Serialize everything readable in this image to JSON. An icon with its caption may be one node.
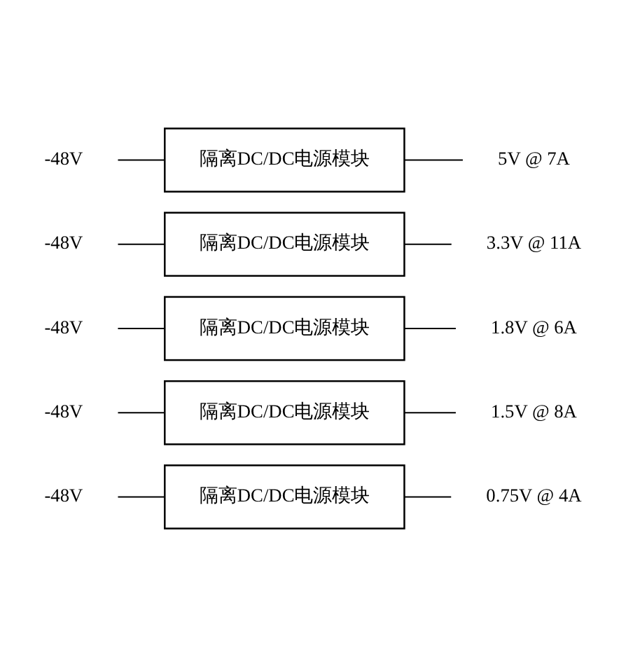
{
  "diagram": {
    "nodes": [
      {
        "text": [
          "-48V"
        ]
      },
      {
        "text": [
          "隔离DC/DC电源模块"
        ]
      },
      {
        "text": [
          "5V @ 7A"
        ]
      },
      {
        "text": [
          "-48V"
        ]
      },
      {
        "text": [
          "隔离DC/DC电源模块"
        ]
      },
      {
        "text": [
          "3.3V @ 11A"
        ]
      },
      {
        "text": [
          "-48V"
        ]
      },
      {
        "text": [
          "隔离DC/DC电源模块"
        ]
      },
      {
        "text": [
          "1.8V @ 6A"
        ]
      },
      {
        "text": [
          "-48V"
        ]
      },
      {
        "text": [
          "隔离DC/DC电源模块"
        ]
      },
      {
        "text": [
          "1.5V @ 8A"
        ]
      },
      {
        "text": [
          "-48V"
        ]
      },
      {
        "text": [
          "隔离DC/DC电源模块"
        ]
      },
      {
        "text": [
          "0.75V @ 4A"
        ]
      }
    ],
    "edges": [
      {
        "from": 0,
        "to": 1,
        "arrow": "none"
      },
      {
        "from": 1,
        "to": 2,
        "arrow": "none"
      },
      {
        "from": 3,
        "to": 4,
        "arrow": "none"
      },
      {
        "from": 4,
        "to": 5,
        "arrow": "none"
      },
      {
        "from": 6,
        "to": 7,
        "arrow": "none"
      },
      {
        "from": 7,
        "to": 8,
        "arrow": "none"
      },
      {
        "from": 9,
        "to": 10,
        "arrow": "none"
      },
      {
        "from": 10,
        "to": 11,
        "arrow": "none"
      },
      {
        "from": 12,
        "to": 13,
        "arrow": "none"
      },
      {
        "from": 13,
        "to": 14,
        "arrow": "none"
      }
    ]
  }
}
